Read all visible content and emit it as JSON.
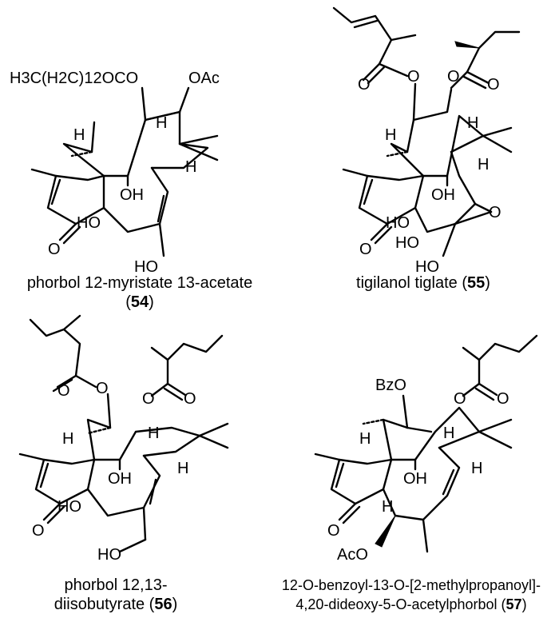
{
  "structures": [
    {
      "id": "54",
      "name": "phorbol 12-myristate 13-acetate",
      "label_open": "(",
      "number": "54",
      "label_close": ")",
      "substituents": {
        "c12": "H3C(H2C)12OCO",
        "c13": "OAc",
        "oh9": "OH",
        "oh4": "HO",
        "ch2oh": "HO",
        "h": "H"
      }
    },
    {
      "id": "55",
      "name": "tigilanol tiglate",
      "label_open": "(",
      "number": "55",
      "label_close": ")",
      "substituents": {
        "oh9": "OH",
        "oh4": "HO",
        "oh5": "HO",
        "ch2oh": "HO",
        "epoxide_o": "O",
        "h": "H"
      }
    },
    {
      "id": "56",
      "line1": "phorbol 12,13-",
      "line2": "diisobutyrate",
      "number": "56",
      "substituents": {
        "oh9": "OH",
        "oh4": "HO",
        "ch2oh": "HO",
        "h": "H"
      }
    },
    {
      "id": "57",
      "line1": "12-O-benzoyl-13-O-[2-methylpropanoyl]-",
      "line2": "4,20-dideoxy-5-O-acetylphorbol",
      "number": "57",
      "substituents": {
        "c12": "BzO",
        "oh9": "OH",
        "c5": "AcO",
        "h": "H"
      }
    }
  ]
}
